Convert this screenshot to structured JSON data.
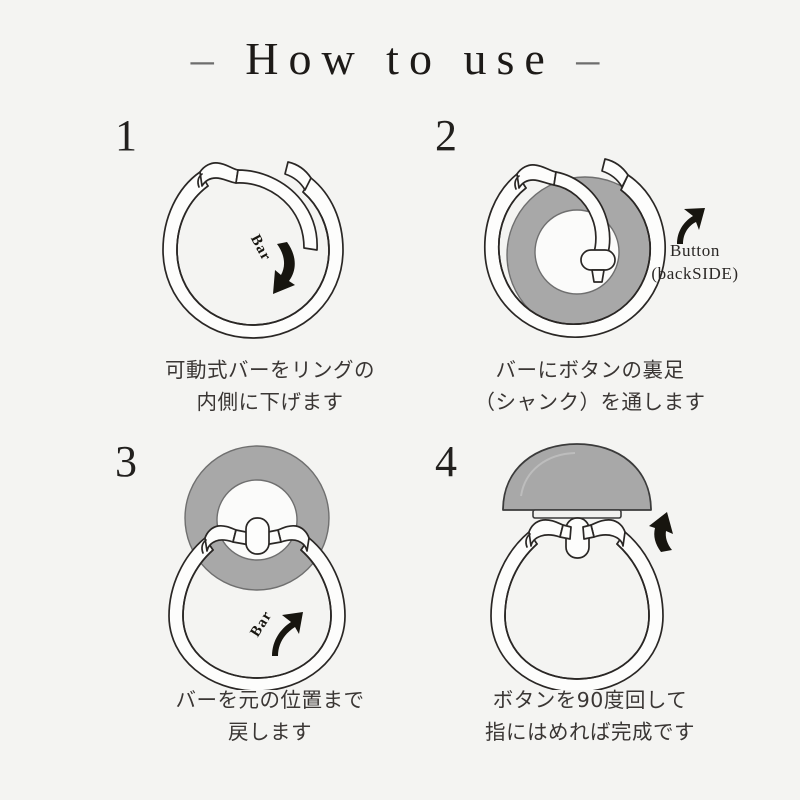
{
  "page": {
    "title_dash_left": "–",
    "title_text": "How to use",
    "title_dash_right": "–",
    "background_color": "#f4f4f2",
    "ink_color": "#2a2725",
    "gray_fill_color": "#a8a8a8",
    "text_color": "#3a3634"
  },
  "steps": [
    {
      "number": "1",
      "art_name": "ring-with-bar-open",
      "inline_labels": [
        {
          "name": "bar-label",
          "text": "Bar"
        }
      ],
      "caption": {
        "line1": "可動式バーをリングの",
        "line2": "内側に下げます"
      }
    },
    {
      "number": "2",
      "art_name": "ring-with-button-shank-threaded",
      "inline_labels": [],
      "side_label": {
        "line1": "Button",
        "line2": "(backSIDE)"
      },
      "caption": {
        "line1": "バーにボタンの裏足",
        "line2": "（シャンク）を通します"
      }
    },
    {
      "number": "3",
      "art_name": "ring-with-bar-returned",
      "inline_labels": [
        {
          "name": "bar-label",
          "text": "Bar"
        }
      ],
      "caption": {
        "line1": "バーを元の位置まで",
        "line2": "戻します"
      }
    },
    {
      "number": "4",
      "art_name": "finished-ring-with-dome-button",
      "inline_labels": [],
      "caption": {
        "line1": "ボタンを90度回して",
        "line2": "指にはめれば完成です"
      }
    }
  ]
}
